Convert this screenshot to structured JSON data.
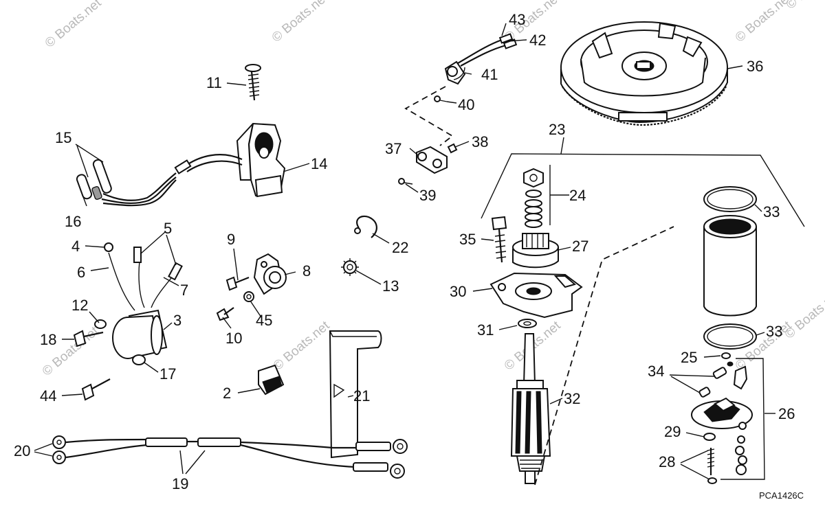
{
  "watermarks": [
    "© Boats.net",
    "© Boats.net",
    "© Boats.net",
    "© Boats.net",
    "© Boats.net",
    "© Boats.net",
    "© Boats.net",
    "© Boats.net",
    "© Boats.net",
    "© Boats.net"
  ],
  "diagram_code": "PCA1426C",
  "callouts": [
    "2",
    "3",
    "4",
    "5",
    "6",
    "7",
    "8",
    "9",
    "10",
    "11",
    "12",
    "13",
    "14",
    "15",
    "16",
    "17",
    "18",
    "19",
    "20",
    "21",
    "22",
    "23",
    "24",
    "25",
    "26",
    "27",
    "28",
    "29",
    "30",
    "31",
    "32",
    "33",
    "33",
    "34",
    "35",
    "36",
    "37",
    "38",
    "39",
    "40",
    "41",
    "42",
    "43",
    "44",
    "45"
  ]
}
